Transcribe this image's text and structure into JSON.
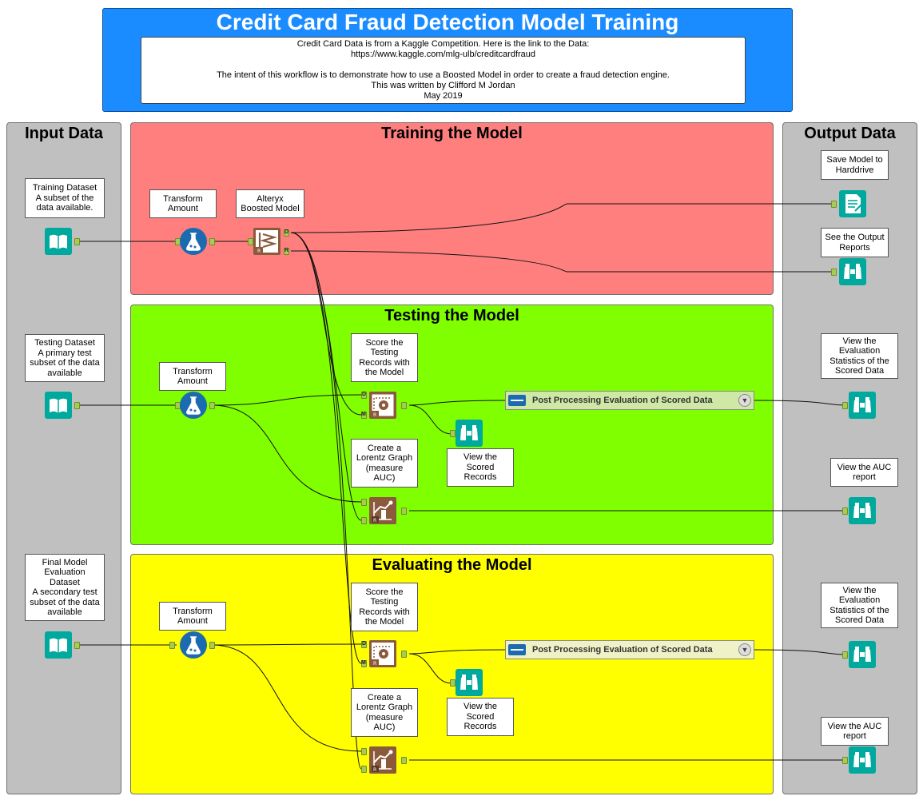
{
  "header": {
    "title": "Credit Card Fraud Detection Model Training",
    "lines": [
      "Credit Card Data is from a Kaggle Competition. Here is the link to the Data:",
      "https://www.kaggle.com/mlg-ulb/creditcardfraud",
      "",
      "The intent of this workflow is to demonstrate how to use a Boosted Model in order to create a fraud detection engine.",
      "This was written by Clifford M Jordan",
      "May 2019"
    ]
  },
  "input_container": {
    "title": "Input Data"
  },
  "output_container": {
    "title": "Output Data"
  },
  "training": {
    "title": "Training the Model",
    "dataset_comment": "Training Dataset\nA subset of the\ndata available.",
    "transform_comment": "Transform\nAmount",
    "model_comment": "Alteryx\nBoosted Model",
    "save_comment": "Save Model to\nHarddrive",
    "reports_comment": "See the Output\nReports"
  },
  "testing": {
    "title": "Testing the Model",
    "dataset_comment": "Testing Dataset\nA primary test\nsubset of the data\navailable",
    "transform_comment": "Transform\nAmount",
    "score_comment": "Score the\nTesting\nRecords with\nthe Model",
    "lorentz_comment": "Create a\nLorentz Graph\n(measure\nAUC)",
    "scored_comment": "View the\nScored\nRecords",
    "macro_label": "Post Processing Evaluation of Scored Data",
    "eval_comment": "View the\nEvaluation\nStatistics of the\nScored Data",
    "auc_comment": "View the AUC\nreport"
  },
  "evaluating": {
    "title": "Evaluating the Model",
    "dataset_comment": "Final Model\nEvaluation\nDataset\nA secondary test\nsubset of the data\navailable",
    "transform_comment": "Transform\nAmount",
    "score_comment": "Score the\nTesting\nRecords with\nthe Model",
    "lorentz_comment": "Create a\nLorentz Graph\n(measure\nAUC)",
    "scored_comment": "View the\nScored\nRecords",
    "macro_label": "Post Processing Evaluation of Scored Data",
    "eval_comment": "View the\nEvaluation\nStatistics of the\nScored Data",
    "auc_comment": "View the AUC\nreport"
  },
  "anchors": {
    "d": "D",
    "r": "R",
    "m": "M"
  },
  "colors": {
    "header_bg": "#1a8cff",
    "gray_container": "#c0c0c0",
    "training_bg": "#ff7f7f",
    "testing_bg": "#80ff00",
    "evaluating_bg": "#ffff00",
    "teal_tool": "#00a99d",
    "blue_tool": "#1c6bb0",
    "brown_tool": "#8b5a3c"
  }
}
